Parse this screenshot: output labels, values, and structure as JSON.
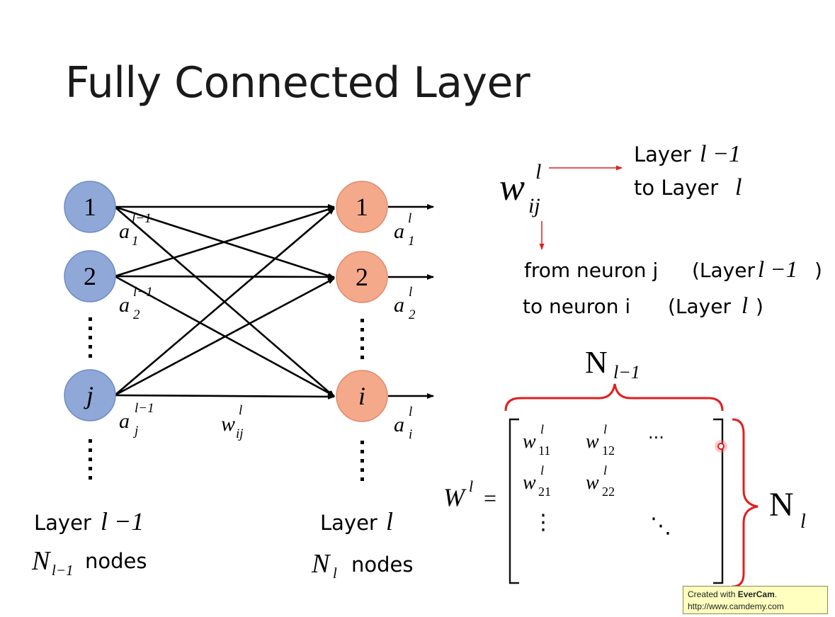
{
  "title": "Fully Connected Layer",
  "layer_prev": {
    "nodes": [
      "1",
      "2",
      "j"
    ],
    "activations": [
      {
        "base": "a",
        "sub": "1",
        "sup": "l−1"
      },
      {
        "base": "a",
        "sub": "2",
        "sup": "l−1"
      },
      {
        "base": "a",
        "sub": "j",
        "sup": "l−1"
      }
    ],
    "caption_word": "Layer",
    "caption_math": "l −1",
    "count_math_base": "N",
    "count_math_sub": "l−1",
    "count_word": "nodes",
    "color": "#8fa8d8"
  },
  "layer_next": {
    "nodes": [
      "1",
      "2",
      "i"
    ],
    "activations": [
      {
        "base": "a",
        "sub": "1",
        "sup": "l"
      },
      {
        "base": "a",
        "sub": "2",
        "sup": "l"
      },
      {
        "base": "a",
        "sub": "i",
        "sup": "l"
      }
    ],
    "caption_word": "Layer",
    "caption_math": "l",
    "count_math_base": "N",
    "count_math_sub": "l",
    "count_word": "nodes",
    "color": "#f4a98a"
  },
  "edge_weight": {
    "base": "w",
    "sub": "ij",
    "sup": "l"
  },
  "notation": {
    "symbol_base": "w",
    "symbol_sub": "ij",
    "symbol_sup": "l",
    "right_line1_word": "Layer",
    "right_line1_math": "l −1",
    "right_line2_word": "to Layer",
    "right_line2_math": "l",
    "down_line1_text": "from neuron j",
    "down_line1_paren_word": "(Layer",
    "down_line1_paren_math": "l −1",
    "down_line1_close": ")",
    "down_line2_text": "to neuron i",
    "down_line2_paren_word": "(Layer",
    "down_line2_paren_math": "l",
    "down_line2_close": ")",
    "arrow_color": "#e02020"
  },
  "matrix": {
    "lhs_base": "W",
    "lhs_sup": "l",
    "equals": "=",
    "entries": [
      {
        "base": "w",
        "sub": "11",
        "sup": "l"
      },
      {
        "base": "w",
        "sub": "12",
        "sup": "l"
      },
      {
        "base": "w",
        "sub": "21",
        "sup": "l"
      },
      {
        "base": "w",
        "sub": "22",
        "sup": "l"
      }
    ],
    "hdots": "···",
    "vdots": "⋮",
    "ddots": "⋱",
    "top_brace_label_base": "N",
    "top_brace_label_sub": "l−1",
    "side_brace_label_base": "N",
    "side_brace_label_sub": "l",
    "brace_color": "#e02020"
  },
  "watermark": {
    "prefix": "Created with ",
    "brand": "EverCam",
    "suffix": ".",
    "url": "http://www.camdemy.com"
  }
}
